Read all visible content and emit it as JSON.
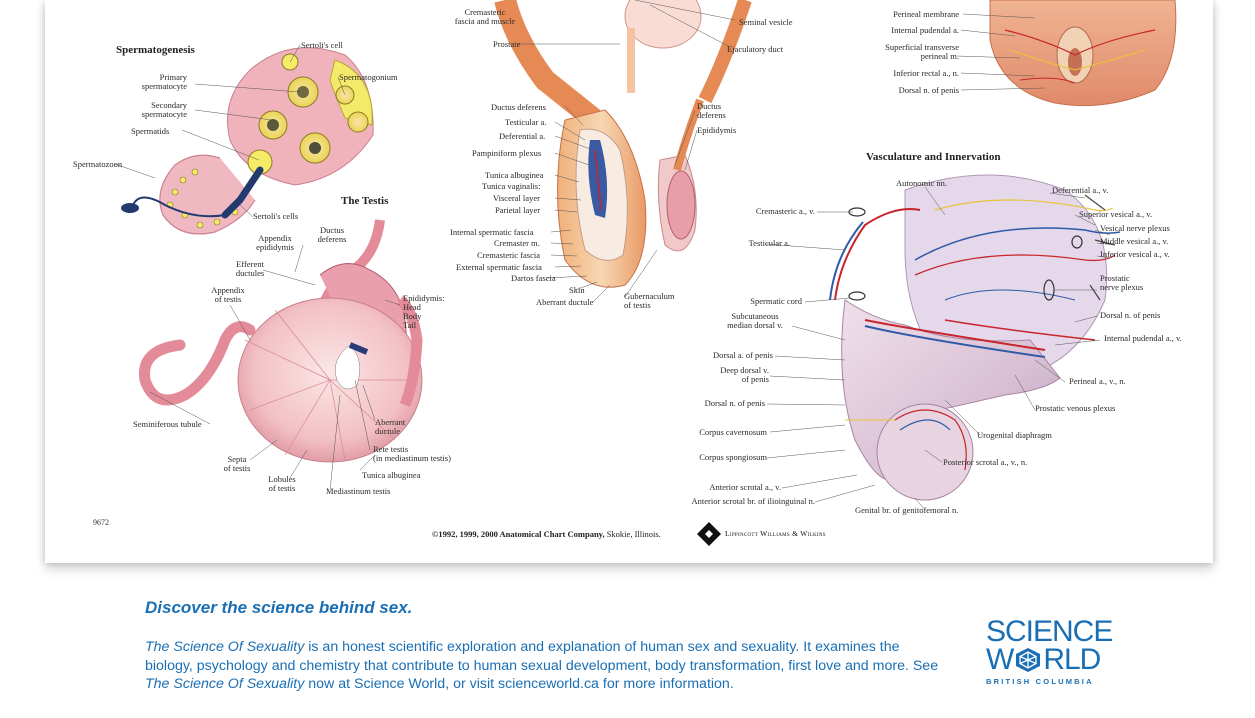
{
  "poster": {
    "spermatogenesis": {
      "title": "Spermatogenesis",
      "labels": {
        "sertoli_cell": "Sertoli's cell",
        "primary_spermatocyte": "Primary\nspermatocyte",
        "spermatogonium": "Spermatogonium",
        "secondary_spermatocyte": "Secondary\nspermatocyte",
        "spermatids": "Spermatids",
        "spermatozoon": "Spermatozoon",
        "sertoli_cells": "Sertoli's cells"
      }
    },
    "testis": {
      "title": "The Testis",
      "labels": {
        "ductus_deferens": "Ductus\ndeferens",
        "appendix_epididymis": "Appendix\nepididymis",
        "efferent_ductules": "Efferent\nductules",
        "appendix_testis": "Appendix\nof testis",
        "epididymis": "Epididymis:\nHead\nBody\nTail",
        "seminiferous_tubule": "Seminiferous tubule",
        "aberrant_ductule": "Aberrant\nductule",
        "rete_testis": "Rete testis\n(in mediastinum testis)",
        "septa": "Septa\nof testis",
        "tunica_albuginea": "Tunica albuginea",
        "lobules": "Lobules\nof testis",
        "mediastinum": "Mediastinum testis"
      }
    },
    "cord": {
      "labels": {
        "cremasteric_fascia_muscle": "Cremasteric\nfascia and muscle",
        "seminal_vesicle": "Seminal vesicle",
        "prostate": "Prostate",
        "ejaculatory_duct": "Ejaculatory duct",
        "ductus_deferens_left": "Ductus deferens",
        "ductus_deferens_right": "Ductus\ndeferens",
        "testicular_a": "Testicular a.",
        "epididymis": "Epididymis",
        "deferential_a": "Deferential a.",
        "pampiniform": "Pampiniform plexus",
        "tunica_albuginea": "Tunica albuginea",
        "tunica_vaginalis": "Tunica vaginalis:",
        "visceral_layer": "Visceral layer",
        "parietal_layer": "Parietal layer",
        "internal_spermatic_fascia": "Internal spermatic fascia",
        "cremaster_m": "Cremaster m.",
        "cremasteric_fascia": "Cremasteric fascia",
        "external_spermatic_fascia": "External spermatic fascia",
        "dartos_fascia": "Dartos fascia",
        "skin": "Skin",
        "aberrant_ductule": "Aberrant ductule",
        "gubernaculum": "Gubernaculum\nof testis"
      }
    },
    "perineum": {
      "labels": {
        "perineal_membrane": "Perineal membrane",
        "internal_pudendal": "Internal pudendal a.",
        "superficial_transverse": "Superficial transverse\nperineal m.",
        "inferior_rectal": "Inferior rectal a., n.",
        "dorsal_n_penis": "Dorsal n. of penis"
      }
    },
    "vasculature": {
      "title": "Vasculature and Innervation",
      "labels": {
        "autonomic": "Autonomic nn.",
        "deferential_av": "Deferential a., v.",
        "cremasteric_av": "Cremasteric a., v.",
        "superior_vesical": "Superior vesical a., v.",
        "vesical_nerve_plexus": "Vesical nerve plexus",
        "testicular_a": "Testicular a.",
        "middle_vesical": "Middle vesical a., v.",
        "inferior_vesical": "Inferior vesical a., v.",
        "prostatic_nerve": "Prostatic\nnerve plexus",
        "spermatic_cord": "Spermatic cord",
        "subcutaneous_dorsal": "Subcutaneous\nmedian dorsal v.",
        "dorsal_n_penis": "Dorsal n. of penis",
        "internal_pudendal_av": "Internal pudendal a., v.",
        "dorsal_a_penis": "Dorsal a. of penis",
        "deep_dorsal_v": "Deep dorsal v.\nof penis",
        "perineal_avn": "Perineal a., v., n.",
        "dorsal_n_penis_2": "Dorsal n. of penis",
        "prostatic_venous": "Prostatic venous plexus",
        "corpus_cavernosum": "Corpus cavernosum",
        "urogenital": "Urogenital diaphragm",
        "corpus_spongiosum": "Corpus spongiosum",
        "posterior_scrotal": "Posterior scrotal a., v., n.",
        "anterior_scrotal": "Anterior scrotal a., v.",
        "anterior_scrotal_br": "Anterior scrotal br. of ilioinguinal n.",
        "genital_br": "Genital br. of genitofemoral n."
      }
    },
    "plate_number": "9672",
    "copyright_bold": "©1992, 1999, 2000 Anatomical Chart Company,",
    "copyright_place": " Skokie, Illinois.",
    "publisher": "Lippincott Williams & Wilkins"
  },
  "footer": {
    "headline": "Discover the science behind sex.",
    "body": {
      "title_1": "The Science Of Sexuality",
      "text_1": " is an honest scientific exploration and explanation of human sex and sexuality. It examines the biology, psychology and chemistry that contribute to human sexual development, body transformation, first love and more. See ",
      "title_2": "The Science Of Sexuality",
      "text_2": " now at Science World, or visit scienceworld.ca for more information."
    },
    "logo": {
      "line1": "SCIENCE",
      "line2_a": "W",
      "line2_b": "RLD",
      "sub": "BRITISH COLUMBIA"
    }
  },
  "colors": {
    "brand_blue": "#1a6fb4",
    "tissue_pink": "#e59aa8",
    "tissue_light": "#f6d4d6",
    "artery_red": "#c8242c",
    "vein_blue": "#2e5aa8",
    "nerve_yellow": "#e8c437"
  }
}
